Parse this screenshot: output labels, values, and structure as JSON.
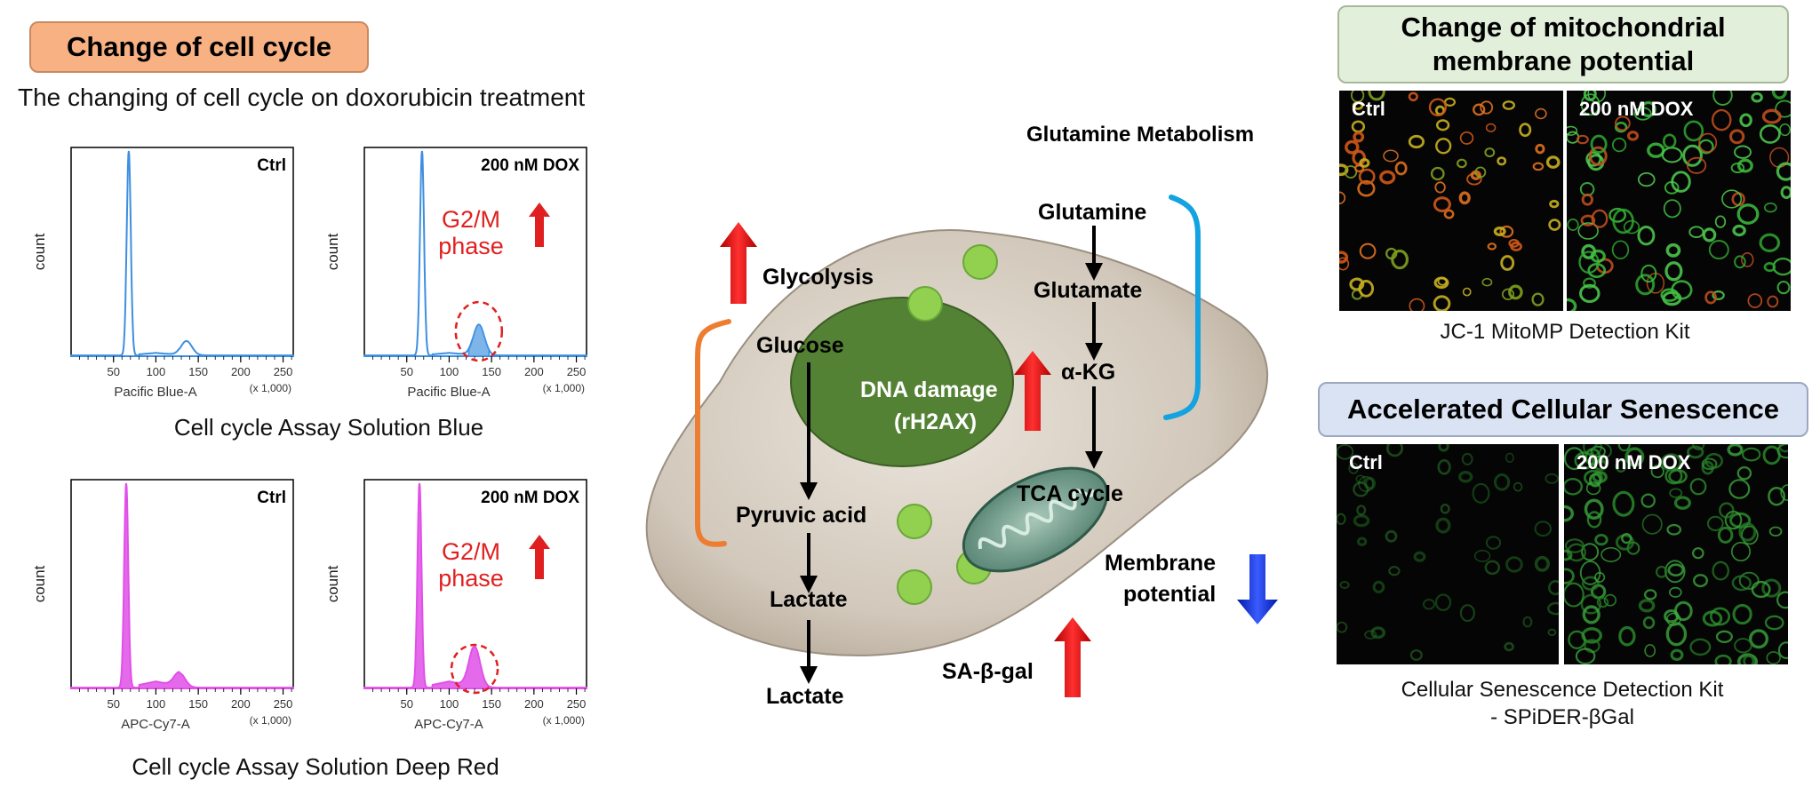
{
  "left": {
    "section_title": "Change of cell cycle",
    "subtitle": "The changing of cell cycle on doxorubicin treatment",
    "caption_blue": "Cell cycle Assay Solution Blue",
    "caption_red": "Cell cycle Assay Solution Deep Red"
  },
  "colors": {
    "blue": "#3d8fe0",
    "magenta": "#e050e8",
    "red": "#e02020",
    "orange_box": "#f7b183",
    "green_box": "#e2efda",
    "blue_box": "#dae3f3"
  },
  "chart_data": [
    {
      "type": "histogram",
      "panel": "Ctrl",
      "xlabel": "Pacific Blue-A",
      "ylabel": "count",
      "xunit": "(x 1,000)",
      "xticks": [
        "50",
        "100",
        "150",
        "200",
        "250"
      ],
      "peaks": [
        {
          "x": 68,
          "h": 1.0
        },
        {
          "x": 136,
          "h": 0.07
        }
      ]
    },
    {
      "type": "histogram",
      "panel": "200 nM DOX",
      "xlabel": "Pacific Blue-A",
      "ylabel": "count",
      "xunit": "(x 1,000)",
      "xticks": [
        "50",
        "100",
        "150",
        "200",
        "250"
      ],
      "peaks": [
        {
          "x": 68,
          "h": 1.0
        },
        {
          "x": 135,
          "h": 0.15
        }
      ],
      "annotation": [
        "G2/M",
        "phase"
      ]
    },
    {
      "type": "histogram",
      "panel": "Ctrl",
      "xlabel": "APC-Cy7-A",
      "ylabel": "count",
      "xunit": "(x 1,000)",
      "xticks": [
        "50",
        "100",
        "150",
        "200",
        "250"
      ],
      "peaks": [
        {
          "x": 65,
          "h": 1.0
        },
        {
          "x": 128,
          "h": 0.07
        }
      ]
    },
    {
      "type": "histogram",
      "panel": "200 nM DOX",
      "xlabel": "APC-Cy7-A",
      "ylabel": "count",
      "xunit": "(x 1,000)",
      "xticks": [
        "50",
        "100",
        "150",
        "200",
        "250"
      ],
      "peaks": [
        {
          "x": 65,
          "h": 1.0
        },
        {
          "x": 130,
          "h": 0.2
        }
      ],
      "annotation": [
        "G2/M",
        "phase"
      ]
    }
  ],
  "center": {
    "glutamine_metabolism": "Glutamine Metabolism",
    "glycolysis": "Glycolysis",
    "glucose": "Glucose",
    "pyruvic_acid": "Pyruvic acid",
    "lactate_in": "Lactate",
    "lactate_out": "Lactate",
    "dna_damage_1": "DNA damage",
    "dna_damage_2": "(rH2AX)",
    "glutamine": "Glutamine",
    "glutamate": "Glutamate",
    "akg": "α-KG",
    "tca": "TCA cycle",
    "membrane_1": "Membrane",
    "membrane_2": "potential",
    "sagal": "SA-β-gal"
  },
  "right": {
    "mito_title_1": "Change of mitochondrial",
    "mito_title_2": "membrane potential",
    "mito_ctrl": "Ctrl",
    "mito_dox": "200 nM DOX",
    "mito_caption": "JC-1 MitoMP Detection Kit",
    "sen_title": "Accelerated Cellular Senescence",
    "sen_ctrl": "Ctrl",
    "sen_dox": "200 nM DOX",
    "sen_caption_1": "Cellular Senescence Detection Kit",
    "sen_caption_2": "- SPiDER-βGal"
  }
}
